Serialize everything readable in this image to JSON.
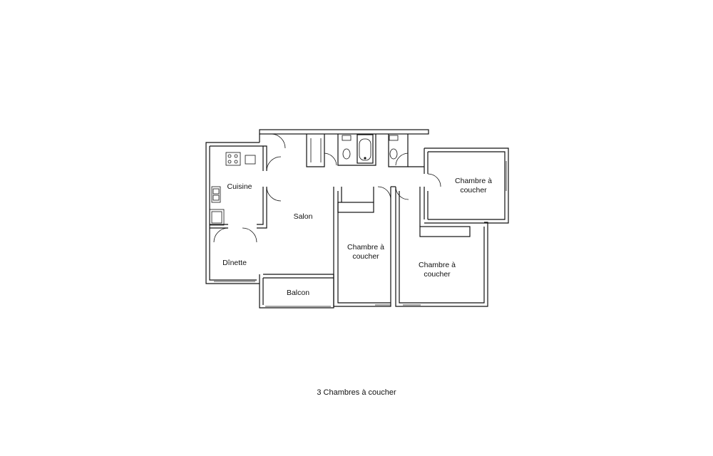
{
  "colors": {
    "background": "#ffffff",
    "ink": "#111111"
  },
  "plan": {
    "rooms": {
      "cuisine": "Cuisine",
      "salon": "Salon",
      "dinette": "Dînette",
      "balcon": "Balcon",
      "chambre_1": [
        "Chambre à",
        "coucher"
      ],
      "chambre_2": [
        "Chambre à",
        "coucher"
      ],
      "chambre_3": [
        "Chambre à",
        "coucher"
      ]
    }
  },
  "caption": "3 Chambres à coucher"
}
